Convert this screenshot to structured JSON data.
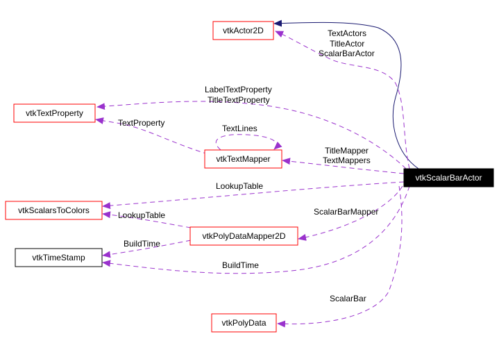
{
  "colors": {
    "usage_edge": "#9a32cd",
    "inheritance_edge": "#191970",
    "documented_border": "#ff0000",
    "undocumented_border": "#000000",
    "focus_fill": "#000000",
    "focus_text": "#ffffff"
  },
  "nodes": {
    "scalar_bar_actor": "vtkScalarBarActor",
    "actor2d": "vtkActor2D",
    "text_property": "vtkTextProperty",
    "text_mapper": "vtkTextMapper",
    "scalars_to_colors": "vtkScalarsToColors",
    "poly_data_mapper2d": "vtkPolyDataMapper2D",
    "time_stamp": "vtkTimeStamp",
    "poly_data": "vtkPolyData"
  },
  "edge_labels": {
    "text_actors": "TextActors",
    "title_actor": "TitleActor",
    "scalar_bar_actor": "ScalarBarActor",
    "label_text_property": "LabelTextProperty",
    "title_text_property": "TitleTextProperty",
    "text_property": "TextProperty",
    "text_lines": "TextLines",
    "title_mapper": "TitleMapper",
    "text_mappers": "TextMappers",
    "lookup_table_main": "LookupTable",
    "lookup_table_mapper": "LookupTable",
    "scalar_bar_mapper": "ScalarBarMapper",
    "build_time_mapper": "BuildTime",
    "build_time_main": "BuildTime",
    "scalar_bar": "ScalarBar"
  }
}
